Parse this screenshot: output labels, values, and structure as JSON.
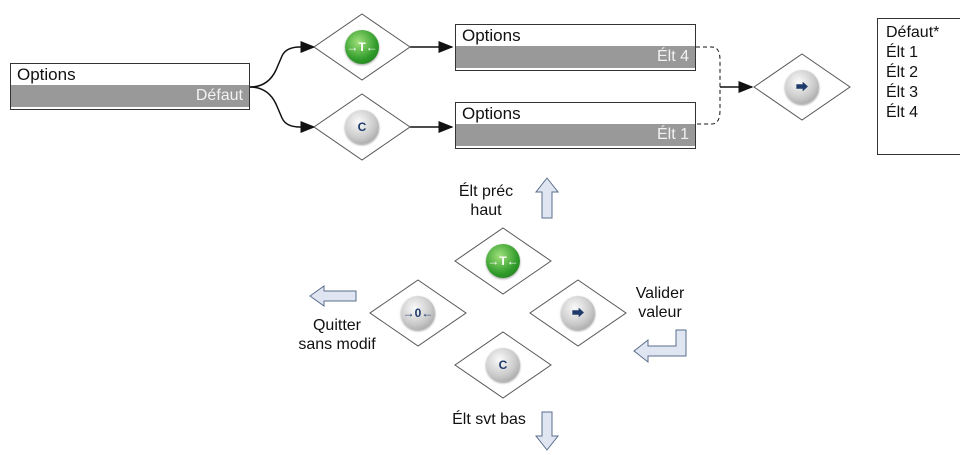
{
  "options_box_main": {
    "title": "Options",
    "value": "Défaut"
  },
  "options_box_top": {
    "title": "Options",
    "value": "Élt 4"
  },
  "options_box_bottom": {
    "title": "Options",
    "value": "Élt 1"
  },
  "value_list": [
    "Défaut*",
    "Élt 1",
    "Élt 2",
    "Élt 3",
    "Élt 4"
  ],
  "keys": {
    "tare": {
      "glyph": "→T←",
      "icon": "tare-key-icon",
      "color": "#2f9b2a"
    },
    "clear": {
      "glyph": "C",
      "icon": "clear-key-icon",
      "color": "#c9c9c9"
    },
    "zero": {
      "glyph": "→0←",
      "icon": "zero-key-icon",
      "color": "#c9c9c9"
    },
    "enter": {
      "glyph": "⮕",
      "icon": "enter-key-icon",
      "color": "#c9c9c9"
    }
  },
  "labels": {
    "prev_up": [
      "Élt préc",
      "haut"
    ],
    "validate": [
      "Valider",
      "valeur"
    ],
    "quit": [
      "Quitter",
      "sans modif"
    ],
    "next_down": "Élt svt bas"
  },
  "colors": {
    "value_bar": "#999999",
    "arrow_fill": "#dfe6f2",
    "arrow_stroke": "#5a6e8c"
  }
}
